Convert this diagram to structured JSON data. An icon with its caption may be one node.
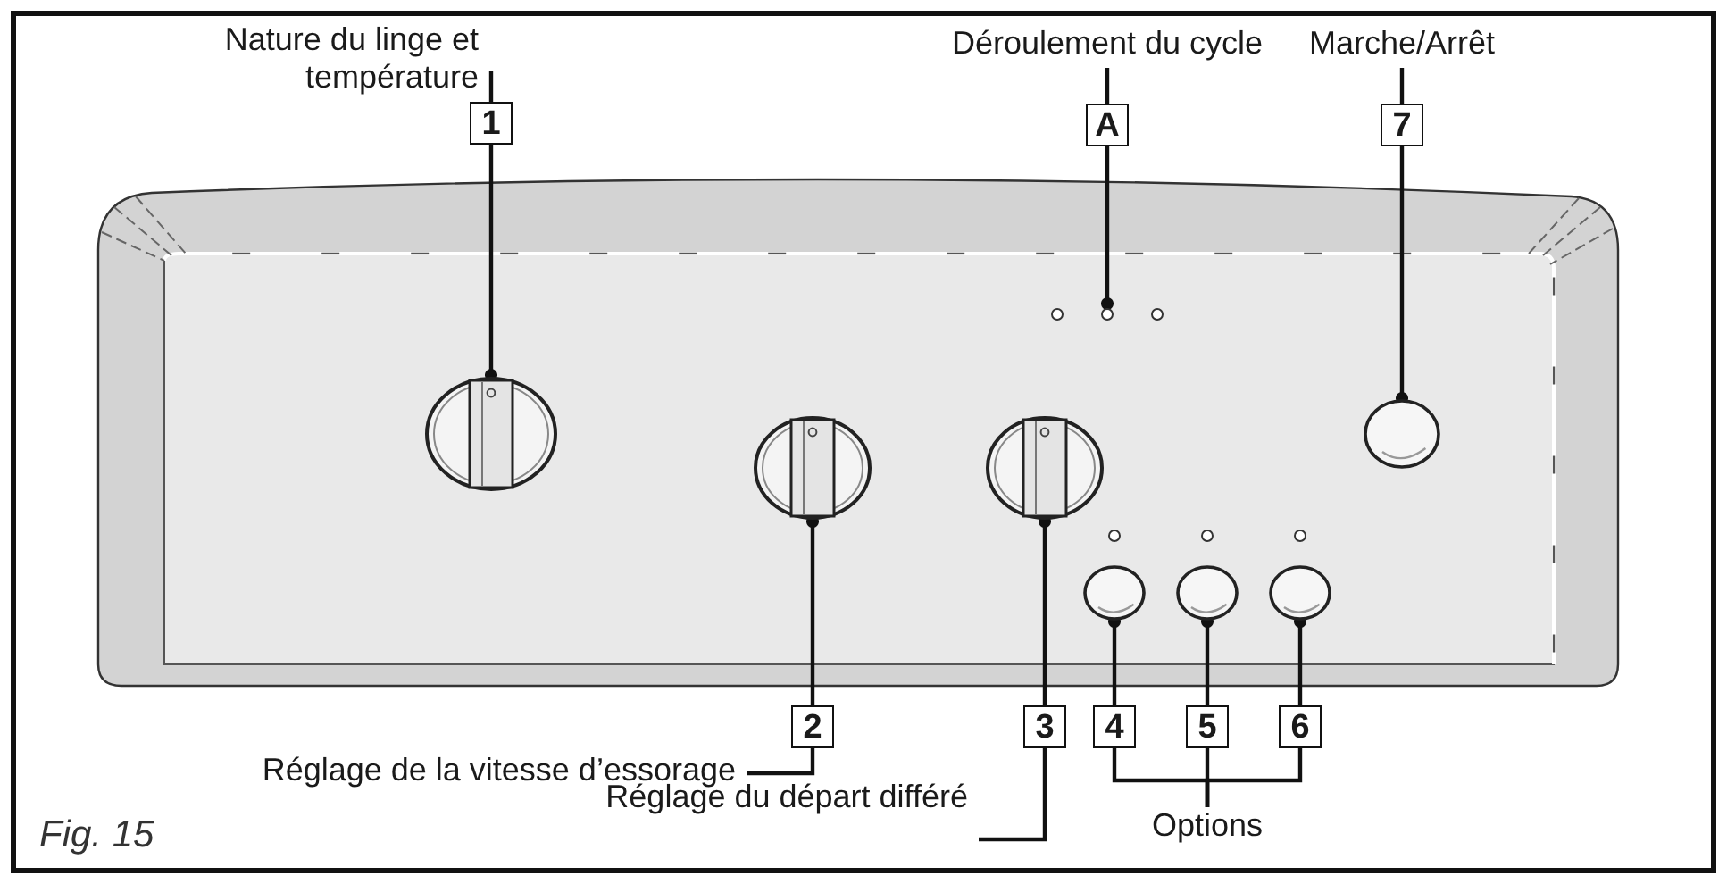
{
  "diagram": {
    "nodes": [
      {
        "text": [
          "Nature du linge et température"
        ]
      },
      {
        "text": [
          "1"
        ]
      },
      {
        "text": [
          "Déroulement du cycle"
        ]
      },
      {
        "text": [
          "A"
        ]
      },
      {
        "text": [
          "Marche/Arrêt"
        ]
      },
      {
        "text": [
          "7"
        ]
      },
      {
        "text": [],
        "shape": "circle"
      },
      {
        "text": [],
        "shape": "circle"
      },
      {
        "text": [],
        "shape": "circle"
      },
      {
        "text": [],
        "shape": "circle"
      },
      {
        "text": [],
        "shape": "circle"
      },
      {
        "text": [],
        "shape": "circle"
      },
      {
        "text": [],
        "shape": "circle"
      },
      {
        "text": [],
        "shape": "circle"
      },
      {
        "text": [
          "2"
        ]
      },
      {
        "text": [
          "3"
        ]
      },
      {
        "text": [
          "4"
        ]
      },
      {
        "text": [
          "5"
        ]
      },
      {
        "text": [
          "6"
        ]
      },
      {
        "text": [
          "Réglage de la vitesse d’essorage"
        ]
      },
      {
        "text": [
          "Réglage du départ différé"
        ]
      },
      {
        "text": [
          "Options"
        ]
      }
    ],
    "edges": [
      {
        "from": 0,
        "to": 1,
        "arrow": "none"
      },
      {
        "from": 1,
        "to": 7,
        "arrow": "other"
      },
      {
        "from": 2,
        "to": 3,
        "arrow": "none"
      },
      {
        "from": 3,
        "to": 6,
        "arrow": "other"
      },
      {
        "from": 4,
        "to": 5,
        "arrow": "none"
      },
      {
        "from": 5,
        "to": 10,
        "arrow": "other"
      },
      {
        "from": 19,
        "to": 14,
        "arrow": "none"
      },
      {
        "from": 14,
        "to": 8,
        "arrow": "other"
      },
      {
        "from": 20,
        "to": 15,
        "arrow": "none"
      },
      {
        "from": 15,
        "to": 9,
        "arrow": "other"
      },
      {
        "from": 21,
        "to": 16,
        "arrow": "none"
      },
      {
        "from": 21,
        "to": 17,
        "arrow": "none"
      },
      {
        "from": 21,
        "to": 18,
        "arrow": "none"
      },
      {
        "from": 16,
        "to": 11,
        "arrow": "other"
      },
      {
        "from": 17,
        "to": 12,
        "arrow": "other"
      },
      {
        "from": 18,
        "to": 13,
        "arrow": "other"
      }
    ],
    "labels": [
      "Fig. 15"
    ]
  }
}
